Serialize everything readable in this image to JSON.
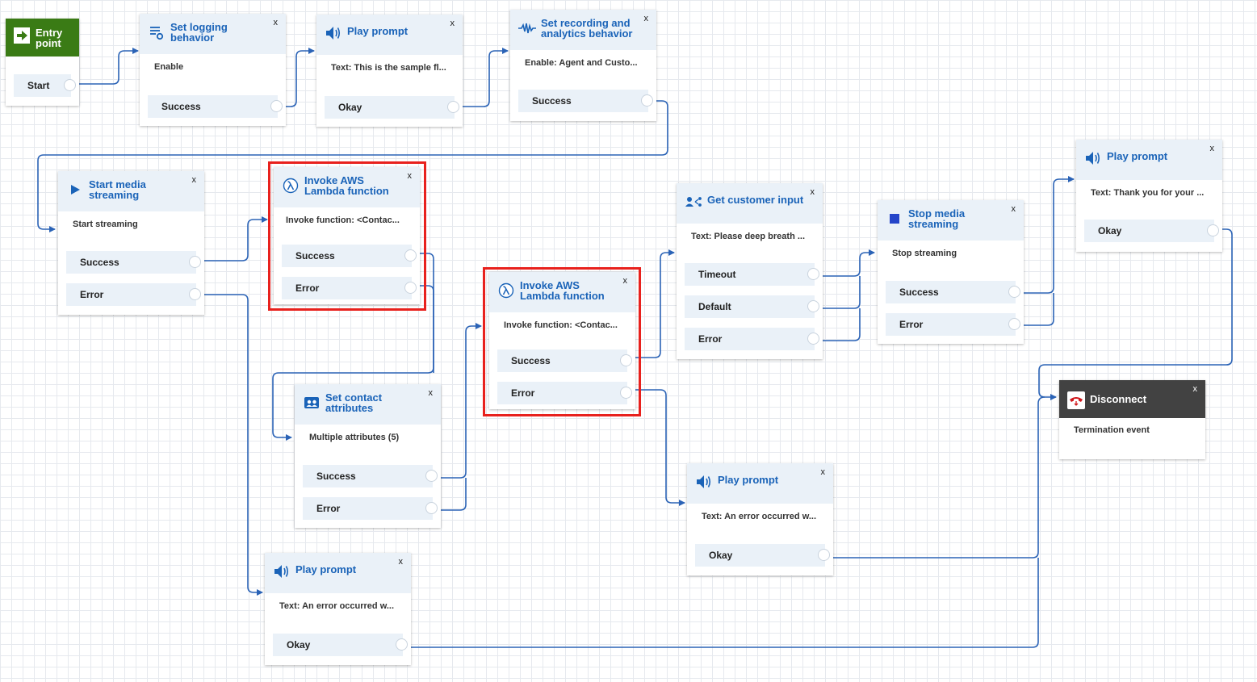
{
  "entry": {
    "title": "Entry point",
    "branch": "Start"
  },
  "nodes": {
    "set_logging": {
      "title": "Set logging behavior",
      "sub": "Enable",
      "b1": "Success",
      "icon": "logging-icon"
    },
    "play_prompt_1": {
      "title": "Play prompt",
      "sub": "Text: This is the sample fl...",
      "b1": "Okay",
      "icon": "speaker-icon"
    },
    "set_recording": {
      "title": "Set recording and analytics behavior",
      "sub": "Enable: Agent and Custo...",
      "b1": "Success",
      "icon": "waveform-icon"
    },
    "start_media": {
      "title": "Start media streaming",
      "sub": "Start streaming",
      "b1": "Success",
      "b2": "Error",
      "icon": "play-icon"
    },
    "invoke_lambda_1": {
      "title": "Invoke AWS Lambda function",
      "sub": "Invoke function: <Contac...",
      "b1": "Success",
      "b2": "Error",
      "icon": "lambda-icon"
    },
    "set_contact": {
      "title": "Set contact attributes",
      "sub": "Multiple attributes (5)",
      "b1": "Success",
      "b2": "Error",
      "icon": "contact-card-icon"
    },
    "invoke_lambda_2": {
      "title": "Invoke AWS Lambda function",
      "sub": "Invoke function: <Contac...",
      "b1": "Success",
      "b2": "Error",
      "icon": "lambda-icon"
    },
    "get_input": {
      "title": "Get customer input",
      "sub": "Text: Please deep breath ...",
      "b1": "Timeout",
      "b2": "Default",
      "b3": "Error",
      "icon": "customer-input-icon"
    },
    "stop_media": {
      "title": "Stop media streaming",
      "sub": "Stop streaming",
      "b1": "Success",
      "b2": "Error",
      "icon": "stop-icon"
    },
    "play_prompt_thanks": {
      "title": "Play prompt",
      "sub": "Text: Thank you for your ...",
      "b1": "Okay",
      "icon": "speaker-icon"
    },
    "disconnect": {
      "title": "Disconnect",
      "sub": "Termination event",
      "icon": "hangup-icon"
    },
    "play_prompt_error_1": {
      "title": "Play prompt",
      "sub": "Text: An error occurred w...",
      "b1": "Okay",
      "icon": "speaker-icon"
    },
    "play_prompt_error_2": {
      "title": "Play prompt",
      "sub": "Text: An error occurred w...",
      "b1": "Okay",
      "icon": "speaker-icon"
    }
  },
  "ui": {
    "close_label": "x"
  },
  "colors": {
    "accent": "#1a63b8",
    "connector": "#2b63b6",
    "entry": "#3a7b15",
    "highlight": "#e8211d",
    "disconnect_header": "#424242",
    "panel": "#eaf1f8"
  }
}
